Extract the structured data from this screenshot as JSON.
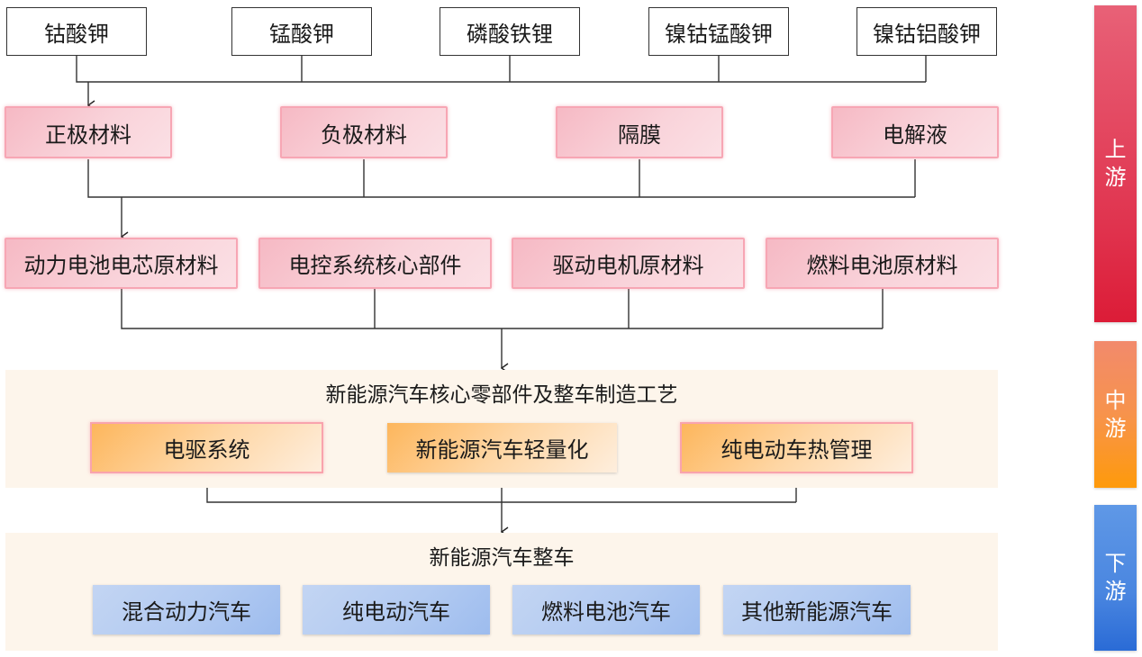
{
  "raw_materials": [
    "钴酸钾",
    "锰酸钾",
    "磷酸铁锂",
    "镍钴锰酸钾",
    "镍钴铝酸钾"
  ],
  "battery_materials": [
    "正极材料",
    "负极材料",
    "隔膜",
    "电解液"
  ],
  "core_materials": [
    "动力电池电芯原材料",
    "电控系统核心部件",
    "驱动电机原材料",
    "燃料电池原材料"
  ],
  "midstream": {
    "title": "新能源汽车核心零部件及整车制造工艺",
    "items": [
      "电驱系统",
      "新能源汽车轻量化",
      "纯电动车热管理"
    ]
  },
  "downstream": {
    "title": "新能源汽车整车",
    "items": [
      "混合动力汽车",
      "纯电动汽车",
      "燃料电池汽车",
      "其他新能源汽车"
    ]
  },
  "stages": {
    "upstream": [
      "上",
      "游"
    ],
    "midstream": [
      "中",
      "游"
    ],
    "downstream": [
      "下",
      "游"
    ]
  },
  "colors": {
    "upstream": "#e0334e",
    "midstream": "#fe9a0b",
    "downstream": "#2a6bd6",
    "connector": "#222222"
  }
}
